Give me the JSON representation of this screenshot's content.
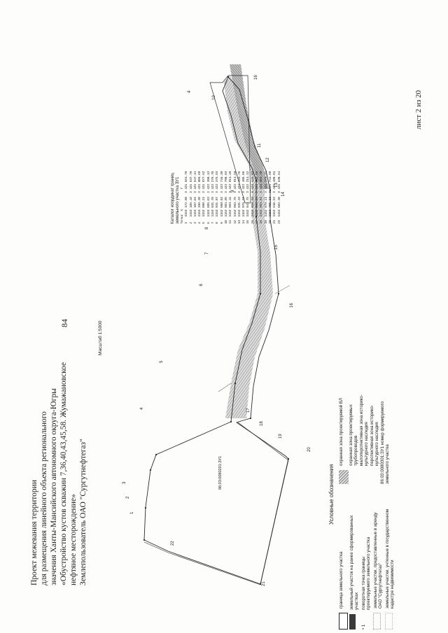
{
  "page_number": "84",
  "title_lines": [
    "Проект межевания территории",
    "для размещения линейного объекта регионального",
    "значения Ханты-Мансийского автономного округа-Югры",
    "«Обустройство кустов скважин 7,36,40,43,45,58. Жумажановское",
    "нефтяное месторождение»",
    "Землепользователь ОАО \"Сургутнефтегаз\""
  ],
  "scale": "Масштаб 1:5000",
  "sheet": "лист 2 из 20",
  "parcel_id": "86:03:0080201:ЗУ1",
  "catalog": {
    "title_line1": "Каталог координат границ",
    "title_line2": "земельного участка ЗУ1",
    "col_point": "Точка",
    "col_x": "X",
    "col_y": "Y",
    "rows": [
      [
        "1",
        "1153 172.98",
        "3 421 561.79"
      ],
      [
        "2",
        "1153 186.42",
        "3 421 637.79"
      ],
      [
        "3",
        "1153 197.04",
        "3 421 647.11"
      ],
      [
        "4",
        "1153 196.38",
        "3 421 806.68"
      ],
      [
        "5",
        "1153 080.24",
        "3 421 877.62"
      ],
      [
        "6",
        "1153 885.03",
        "3 422 390.13"
      ],
      [
        "7",
        "1153 931.70",
        "3 422 276.70"
      ],
      [
        "8",
        "1153 931.97",
        "3 422 375.83"
      ],
      [
        "9",
        "1152 998.92",
        "3 422 745.39"
      ],
      [
        "10",
        "1152 984.85",
        "3 422 790.03"
      ],
      [
        "11",
        "1152 963.44",
        "3 422 811.49"
      ],
      [
        "12",
        "1152 962.75",
        "3 422 811.58"
      ],
      [
        "13",
        "1152 931.33",
        "3 422 493.76"
      ],
      [
        "14",
        "1152 976.34",
        "3 422 496.06"
      ],
      [
        "15",
        "1152 947.75",
        "3 422 211.12"
      ],
      [
        "16",
        "1152 858.18",
        "3 422 133.84"
      ],
      [
        "17",
        "1152 964.15",
        "3 421 936.56"
      ],
      [
        "18",
        "1152 993.64",
        "3 421 904.38"
      ],
      [
        "19",
        "1152 879.11",
        "3 421 773.31"
      ],
      [
        "20",
        "1152 781.13",
        "3 421 744.08"
      ],
      [
        "21",
        "1152 610.53",
        "3 421 488.81"
      ],
      [
        "22",
        "1153 082.30",
        "3 421 530.64"
      ]
    ]
  },
  "legend": {
    "title": "Условные обозначения",
    "left_items": [
      "граница земельного участка",
      "земельный участок на ранее сформированных участках",
      "поворотная точка границы",
      "проектируемого земельного участка",
      "земельные участки, предоставленные в аренду ОАО \"Сургутнефтегаз\"",
      "земельные участки, учтенные в государственном кадастре недвижимости"
    ],
    "point_marker": "• 1",
    "right_items": [
      "охранная зона проектируемой ВЛ",
      "охранная зона проектируемых трубопроводов",
      "малоперспективная зона историко-культурного наследия",
      "перспективная зона историко-культурного наследия",
      "86:03:0080301:ЗУ1 номер формируемого земельного участка"
    ]
  },
  "map_point_labels": [
    "1",
    "2",
    "3",
    "4",
    "5",
    "6",
    "7",
    "8",
    "9",
    "10",
    "11",
    "12",
    "13",
    "14",
    "15",
    "16",
    "17",
    "18",
    "19",
    "20",
    "21",
    "22"
  ],
  "colors": {
    "line": "#2a2a2a",
    "hatch": "#8a8a8a",
    "paper": "#fdfdfc"
  }
}
